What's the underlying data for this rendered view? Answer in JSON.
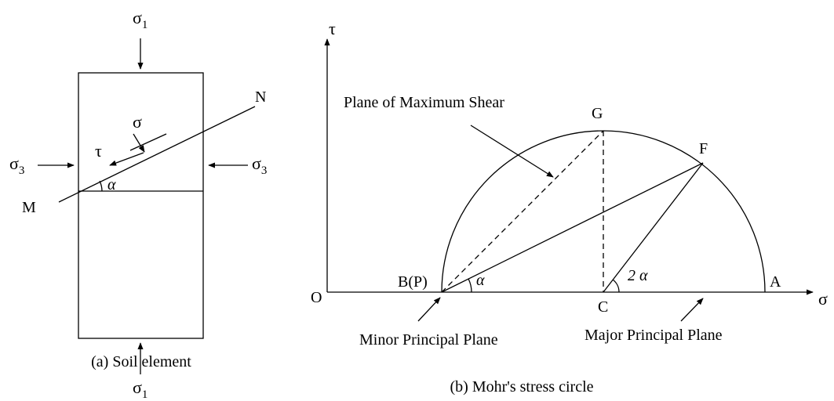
{
  "soil_element": {
    "sigma1_top": "σ",
    "sigma1_top_sub": "1",
    "sigma1_bottom": "σ",
    "sigma1_bottom_sub": "1",
    "sigma3_left": "σ",
    "sigma3_left_sub": "3",
    "sigma3_right": "σ",
    "sigma3_right_sub": "3",
    "sigma": "σ",
    "tau": "τ",
    "alpha": "α",
    "point_m": "M",
    "point_n": "N",
    "caption": "(a) Soil element"
  },
  "mohr_circle": {
    "tau_axis": "τ",
    "sigma_axis": "σ",
    "origin": "O",
    "point_b": "B(P)",
    "point_c": "C",
    "point_a": "A",
    "point_g": "G",
    "point_f": "F",
    "alpha": "α",
    "two_alpha": "2 α",
    "max_shear_label": "Plane of Maximum Shear",
    "minor_plane_label": "Minor Principal Plane",
    "major_plane_label": "Major Principal Plane",
    "caption": "(b) Mohr's stress circle"
  }
}
